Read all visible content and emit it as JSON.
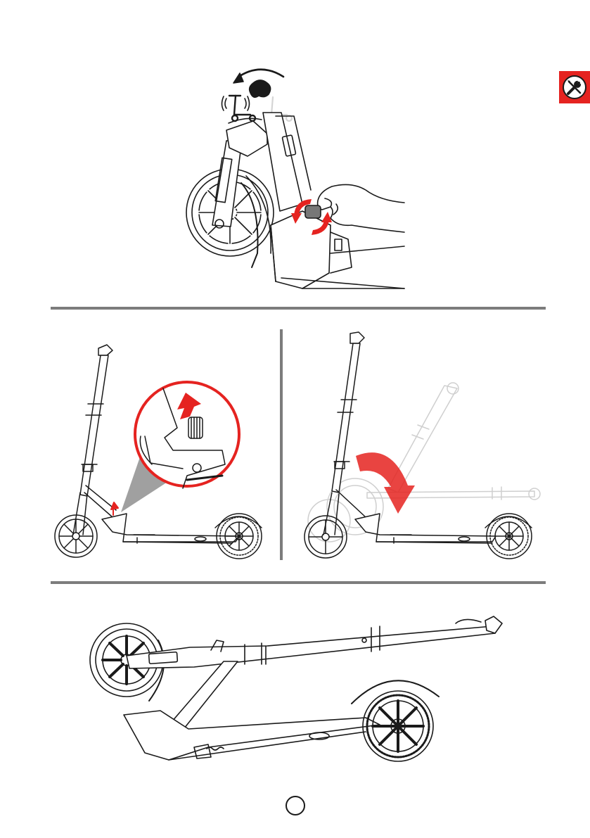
{
  "page": {
    "number": ""
  },
  "icons": {
    "tools_badge": "tools-icon",
    "rotate_arrow": "rotate-arrow-icon",
    "vibrate_scooter": "scooter-vibrate-icon",
    "scooter_ghost": "scooter-icon",
    "lift_arrow": "arrow-up-icon",
    "fold_arrow": "fold-arrow-icon"
  },
  "colors": {
    "accent": "#e52320",
    "rule": "#7c7c7c",
    "line": "#1a1a1a"
  },
  "steps": [
    {
      "id": "step-1",
      "illustration": "loosen-clamp-knob"
    },
    {
      "id": "step-2",
      "illustration": "lift-fold-lever-and-fold-stem"
    },
    {
      "id": "step-3",
      "illustration": "scooter-folded"
    }
  ]
}
